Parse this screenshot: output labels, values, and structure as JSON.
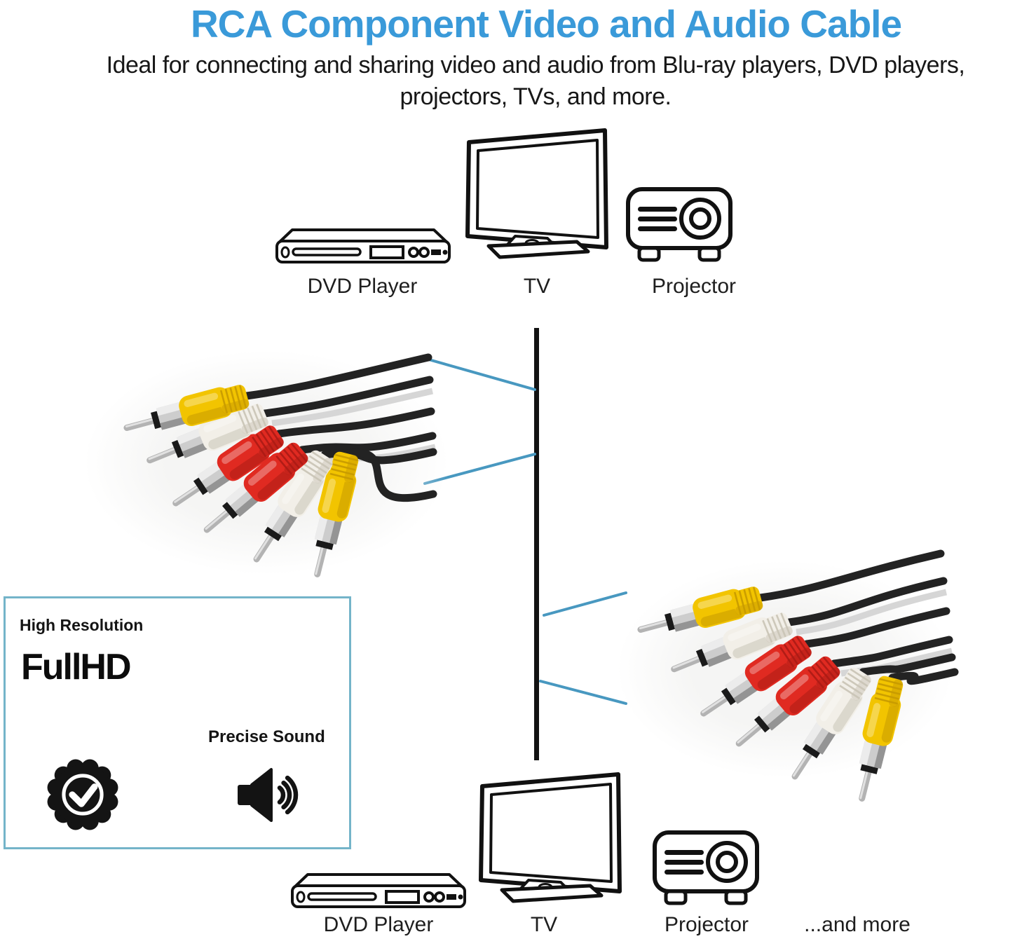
{
  "header": {
    "title": "RCA Component Video and Audio Cable",
    "subtitle_line1": "Ideal for connecting and sharing video and audio from Blu-ray players, DVD players,",
    "subtitle_line2": "projectors, TVs, and more."
  },
  "top_devices": {
    "items": [
      {
        "label": "DVD Player"
      },
      {
        "label": "TV"
      },
      {
        "label": "Projector"
      }
    ]
  },
  "bottom_devices": {
    "items": [
      {
        "label": "DVD Player"
      },
      {
        "label": "TV"
      },
      {
        "label": "Projector"
      },
      {
        "label": "...and more"
      }
    ]
  },
  "feature_box": {
    "high_resolution_label": "High Resolution",
    "fullhd_logo": "FullHD",
    "precise_sound_label": "Precise Sound"
  },
  "cable_photos": {
    "connector_order": [
      "yellow",
      "white",
      "red",
      "red",
      "white",
      "yellow"
    ]
  },
  "colors": {
    "title_blue": "#3a9ad9",
    "connection_line_blue": "#4898c0",
    "feature_box_border_blue": "#74b4c9",
    "rca_yellow": "#f2c400",
    "rca_yellow_shade": "#c79a00",
    "rca_white": "#f2efe8",
    "rca_white_shade": "#c9c4b6",
    "rca_red": "#e02a21",
    "rca_red_shade": "#ac1b15",
    "cable_black": "#232323",
    "metal_collar": "#cdcdcd",
    "metal_pin": "#b3b3b3",
    "icon_ink": "#111111"
  }
}
